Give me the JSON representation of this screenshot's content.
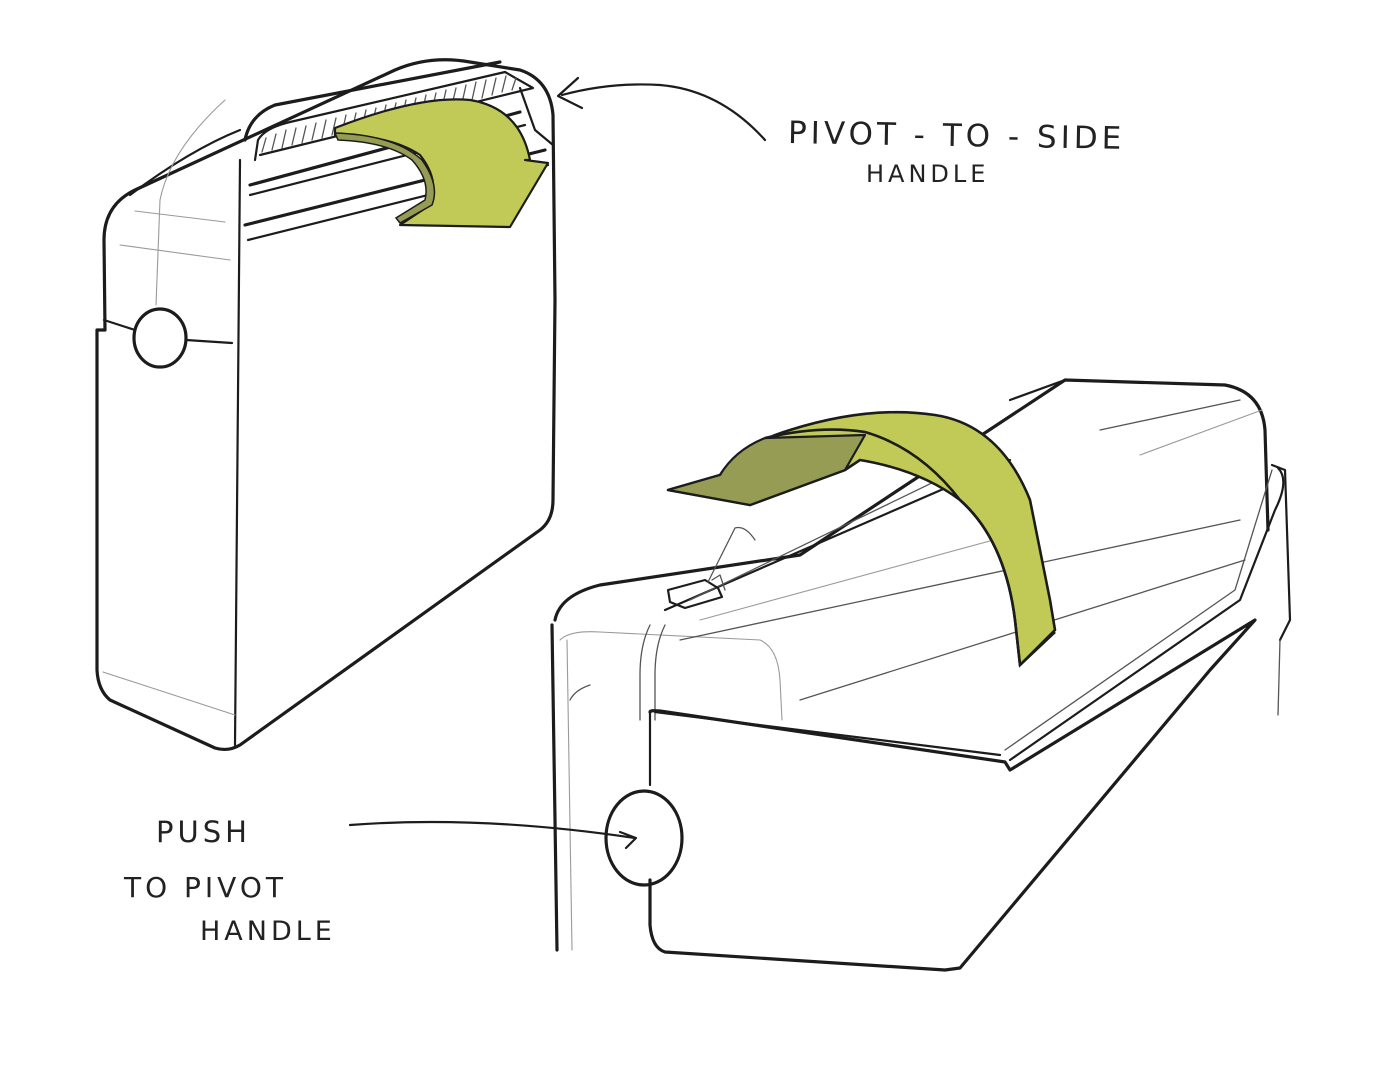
{
  "figure": {
    "type": "product concept sketch",
    "subject": "carrying case with pivoting handle",
    "views": [
      {
        "id": "upright-view",
        "description": "case standing upright, handle pivoting to the side"
      },
      {
        "id": "lying-view",
        "description": "case lying on its side with handle arched over top and zipper pull"
      }
    ]
  },
  "annotations": {
    "pivot_to_side": {
      "line1": "PIVOT - TO - SIDE",
      "line2": "HANDLE"
    },
    "push_to_pivot": {
      "line1": "PUSH",
      "line2": "TO  PIVOT",
      "line3": "HANDLE"
    }
  },
  "colors": {
    "background": "#ffffff",
    "ink": "#1c1c1c",
    "handle_green": "#c1c957",
    "handle_green_shadow": "#979c55"
  },
  "icons": {
    "pivot_arrow": "curved-arrow",
    "callout_arrow": "line-arrow"
  }
}
